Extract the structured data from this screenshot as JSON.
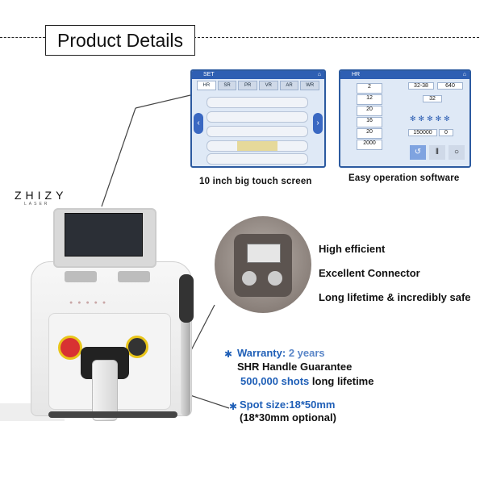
{
  "header": {
    "title": "Product Details"
  },
  "brand": {
    "logo_text": "ZHIZY",
    "sub_text": "LASER"
  },
  "screens": {
    "set_screen": {
      "label": "SET",
      "tabs": [
        "HR",
        "SR",
        "PR",
        "VR",
        "AR",
        "WR"
      ],
      "caption": "10 inch big touch screen"
    },
    "hr_screen": {
      "label": "HR",
      "values": [
        "2",
        "12",
        "20",
        "16",
        "20",
        "2000"
      ],
      "range_low": "32-38",
      "range_high": "640",
      "count": "32",
      "shots": "150000",
      "shots_right": "0",
      "caption": "Easy operation software"
    }
  },
  "features": [
    "High efficient",
    "Excellent Connector",
    "Long lifetime & incredibly safe"
  ],
  "warranty": {
    "label": "Warranty:",
    "value": "2 years",
    "line2": "SHR Handle Guarantee",
    "shots_value": "500,000 shots",
    "shots_suffix": "long lifetime"
  },
  "spot": {
    "line1": "Spot size:18*50mm",
    "line2": "(18*30mm optional)"
  },
  "colors": {
    "accent": "#1f5fb7",
    "screen_bar": "#2e5fb3"
  }
}
